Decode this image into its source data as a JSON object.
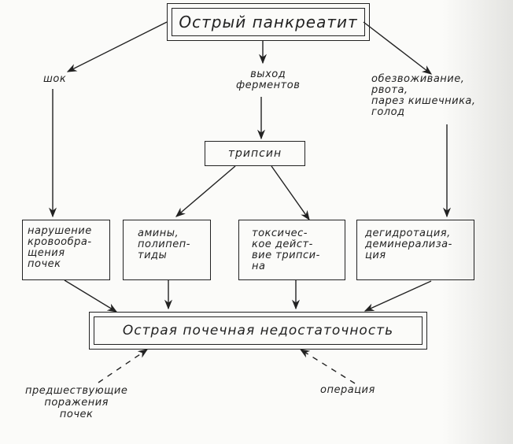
{
  "top": {
    "title": "Острый панкреатит"
  },
  "causes": {
    "shock": "шок",
    "enzymes": "выход\nферментов",
    "dehydration": "обезвоживание,\nрвота,\nпарез кишечника,\nголод"
  },
  "trypsin": {
    "label": "трипсин"
  },
  "mechanisms": [
    {
      "text": "нарушение\nкровообра-\nщения\nпочек"
    },
    {
      "text": "амины,\nполипеп-\nтиды"
    },
    {
      "text": "токсичес-\nкое дейст-\nвие трипси-\nна"
    },
    {
      "text": "дегидротация,\nдеминерализа-\nция"
    }
  ],
  "result": {
    "title": "Острая почечная   недостаточность"
  },
  "contributing": {
    "prior": "предшествующие\nпоражения\nпочек",
    "operation": "операция"
  },
  "colors": {
    "ink": "#222222",
    "paper": "#fbfbf9"
  }
}
